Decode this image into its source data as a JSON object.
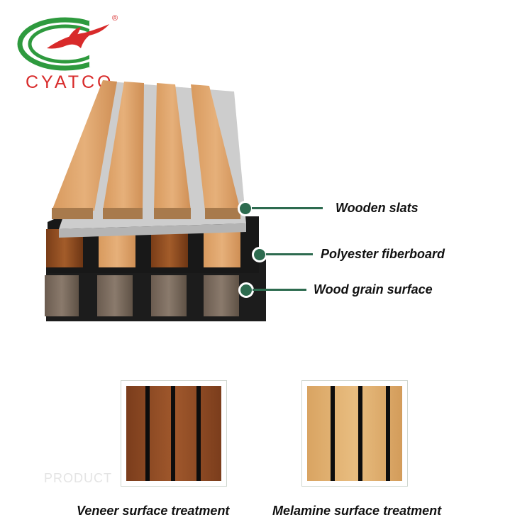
{
  "brand": {
    "name": "CYATCO",
    "registered_mark": "®",
    "red": "#d82a2a",
    "green": "#2e9a3e"
  },
  "layers": [
    {
      "label": "Wooden slats"
    },
    {
      "label": "Polyester fiberboard"
    },
    {
      "label": "Wood grain surface"
    }
  ],
  "accent_color": "#2d6b4f",
  "samples": [
    {
      "caption": "Veneer surface treatment",
      "color": "#8a4a24"
    },
    {
      "caption": "Melamine surface treatment",
      "color": "#dfae6c"
    }
  ],
  "watermark": "PRODUCT"
}
